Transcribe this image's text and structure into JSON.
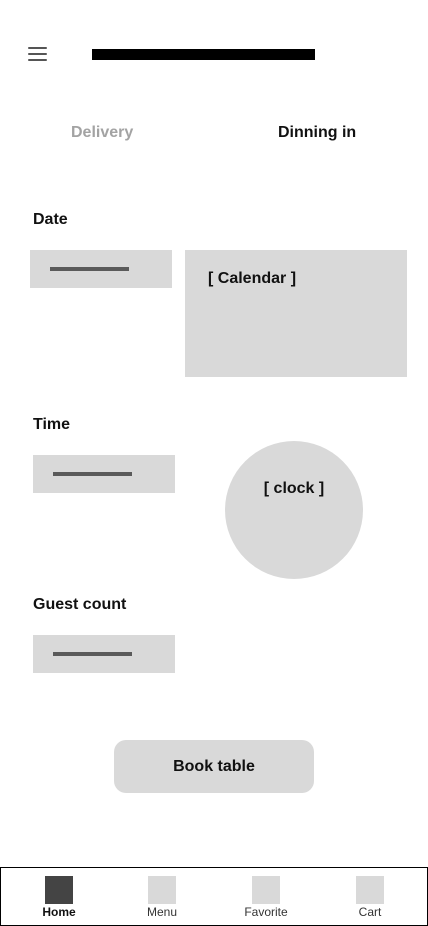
{
  "header": {
    "menu_icon": "hamburger-menu-icon"
  },
  "tabs": [
    {
      "label": "Delivery",
      "active": false
    },
    {
      "label": "Dinning in",
      "active": true
    }
  ],
  "date": {
    "label": "Date",
    "calendar_text": "[ Calendar ]"
  },
  "time": {
    "label": "Time",
    "clock_text": "[ clock ]"
  },
  "guests": {
    "label": "Guest count"
  },
  "book_button": "Book table",
  "nav": [
    {
      "label": "Home",
      "icon": "home-icon",
      "active": true
    },
    {
      "label": "Menu",
      "icon": "menu-icon",
      "active": false
    },
    {
      "label": "Favorite",
      "icon": "favorite-icon",
      "active": false
    },
    {
      "label": "Cart",
      "icon": "cart-icon",
      "active": false
    }
  ],
  "colors": {
    "placeholder_fill": "#d9d9d9",
    "active_nav": "#444444",
    "inactive_tab_text": "#a3a3a3"
  }
}
